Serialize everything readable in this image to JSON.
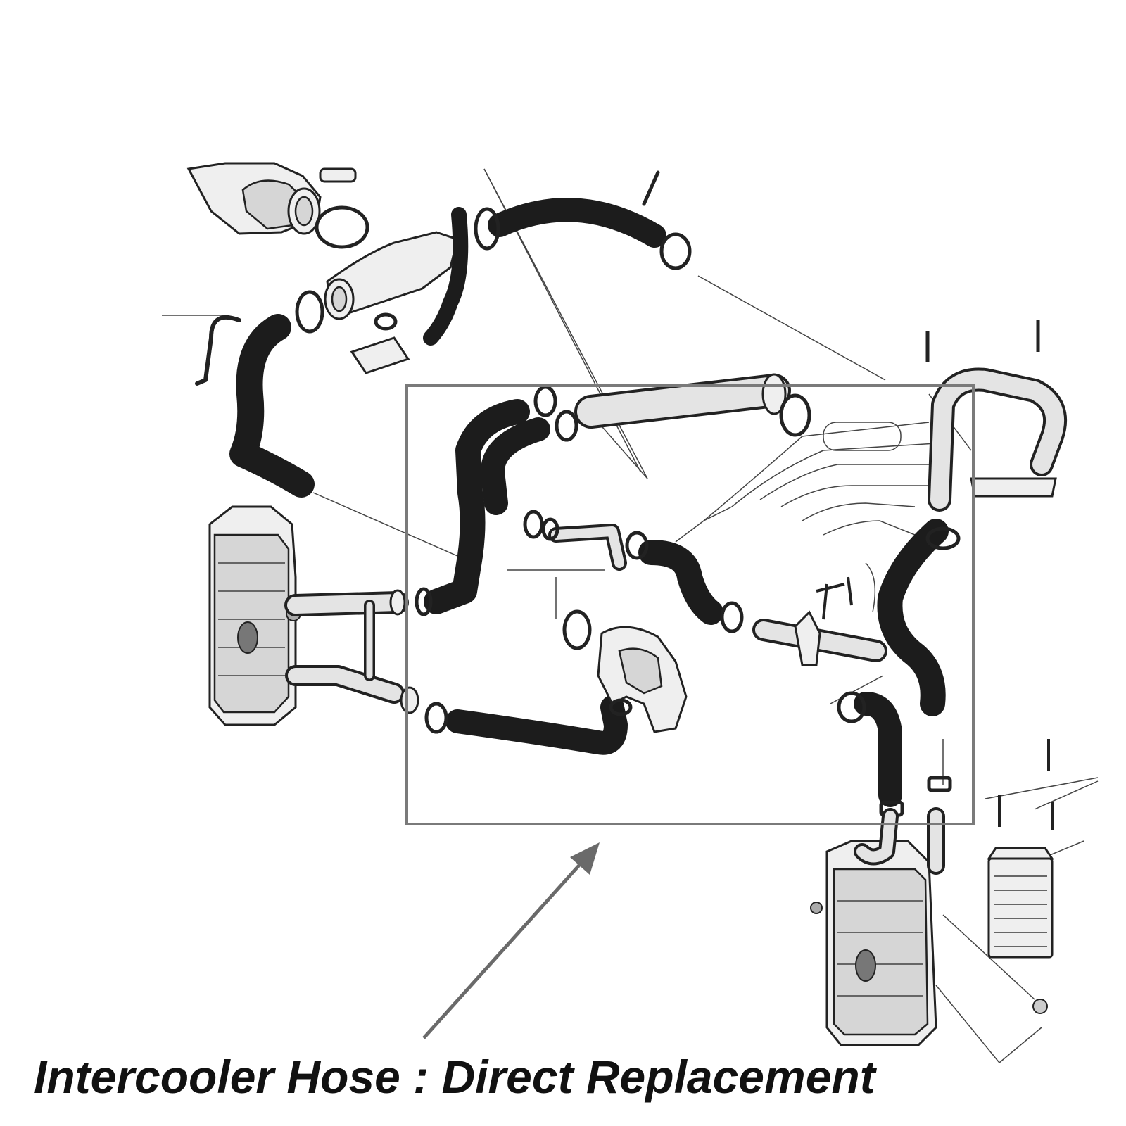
{
  "caption": "Intercooler Hose : Direct Replacement",
  "colors": {
    "hose": "#1c1c1c",
    "frame": "#7a7a7a",
    "arrow": "#6a6a6a",
    "line_art": "#222222",
    "background": "#ffffff"
  },
  "highlight": {
    "frame": "replacement-area-frame",
    "pointer": "pointer-arrow"
  }
}
